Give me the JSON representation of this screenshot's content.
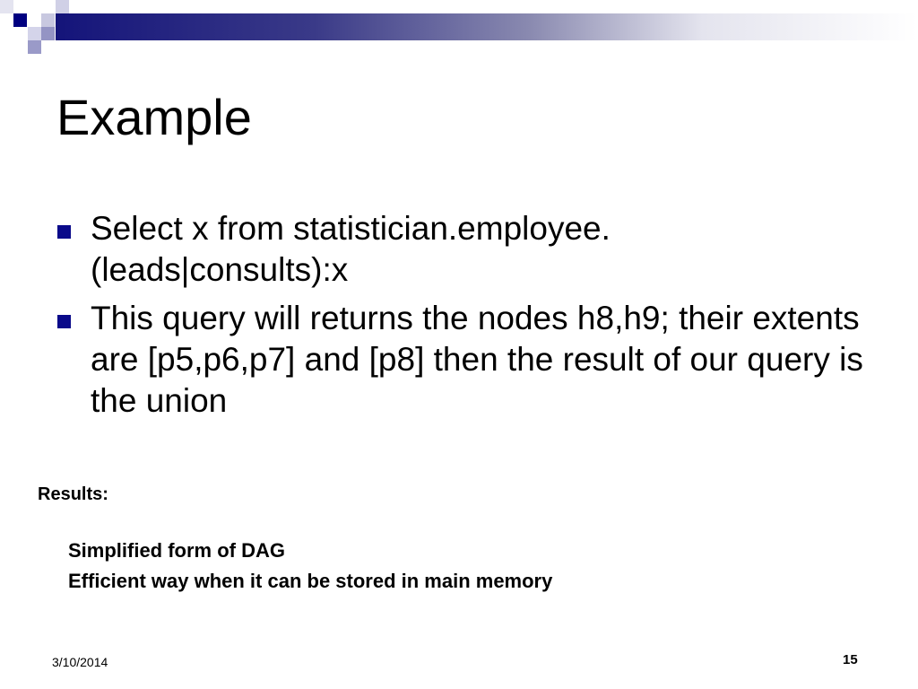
{
  "slide": {
    "title": "Example",
    "bullets": [
      "Select x from statistician.employee.(leads|consults):x",
      "This query will returns the nodes h8,h9; their extents are [p5,p6,p7] and [p8] then the result of our query is the union"
    ],
    "results_label": "Results:",
    "notes": [
      "Simplified form of DAG",
      "Efficient way when it can be stored in main memory"
    ],
    "date": "3/10/2014",
    "page_number": "15"
  },
  "colors": {
    "accent": "#000080",
    "bullet": "#0a0a8a"
  }
}
